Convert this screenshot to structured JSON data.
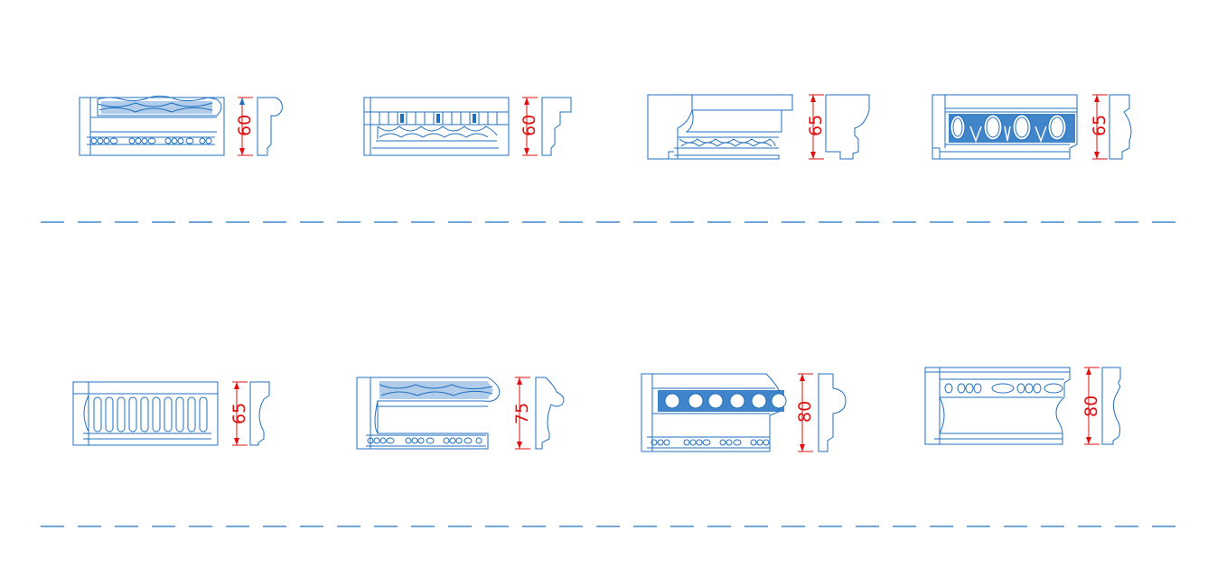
{
  "colors": {
    "line": "#1f6fc0",
    "dimension": "#e01010",
    "background": "#ffffff"
  },
  "rows": [
    {
      "items": [
        {
          "id": "m1",
          "dimension": "60",
          "ornament": "leaf-carving",
          "lower": "bead-row"
        },
        {
          "id": "m2",
          "dimension": "60",
          "ornament": "dentil",
          "lower": "rope-twist"
        },
        {
          "id": "m3",
          "dimension": "65",
          "ornament": "plain-cove",
          "lower": "rope-twist"
        },
        {
          "id": "m4",
          "dimension": "65",
          "ornament": "egg-and-dart",
          "lower": "none"
        }
      ]
    },
    {
      "items": [
        {
          "id": "m5",
          "dimension": "65",
          "ornament": "fluted",
          "lower": "none"
        },
        {
          "id": "m6",
          "dimension": "75",
          "ornament": "leaf-carving",
          "lower": "bead-row"
        },
        {
          "id": "m7",
          "dimension": "80",
          "ornament": "circle-beads",
          "lower": "bead-row"
        },
        {
          "id": "m8",
          "dimension": "80",
          "ornament": "bead-row",
          "lower": "plain-cove"
        }
      ]
    }
  ]
}
